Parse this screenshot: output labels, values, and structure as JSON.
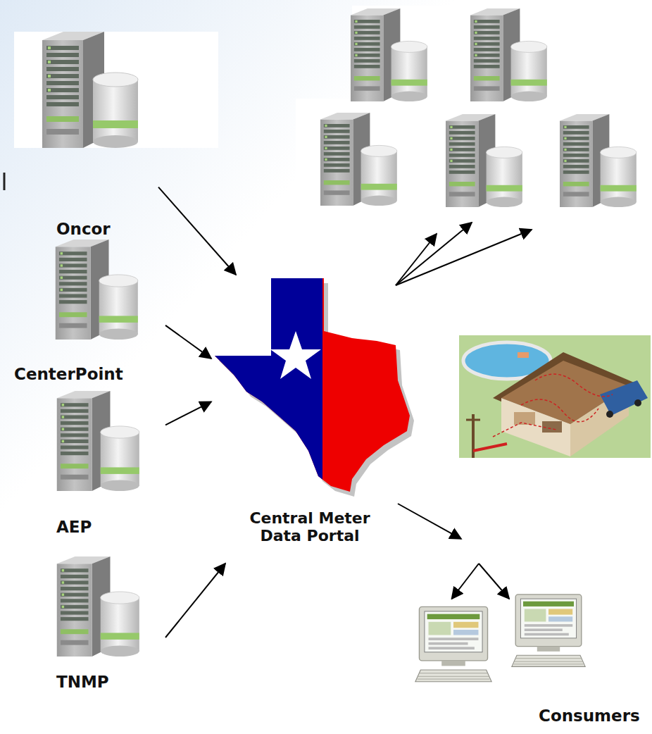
{
  "diagram": {
    "nodes": [
      {
        "text": [
          "Oncor"
        ]
      },
      {
        "text": [
          "CenterPoint"
        ]
      },
      {
        "text": [
          "AEP"
        ]
      },
      {
        "text": [
          "TNMP"
        ]
      },
      {
        "text": [
          "Central Meter Data Portal"
        ]
      },
      {
        "text": [
          "Consumers"
        ]
      }
    ],
    "edges": [
      {
        "from": 0,
        "to": 4,
        "arrow": "to"
      },
      {
        "from": 1,
        "to": 4,
        "arrow": "to"
      },
      {
        "from": 2,
        "to": 4,
        "arrow": "to"
      },
      {
        "from": 3,
        "to": 4,
        "arrow": "to"
      },
      {
        "from": 4,
        "to": 5,
        "arrow": "to"
      },
      {
        "from": 4,
        "to": 5,
        "arrow": "to"
      }
    ]
  }
}
